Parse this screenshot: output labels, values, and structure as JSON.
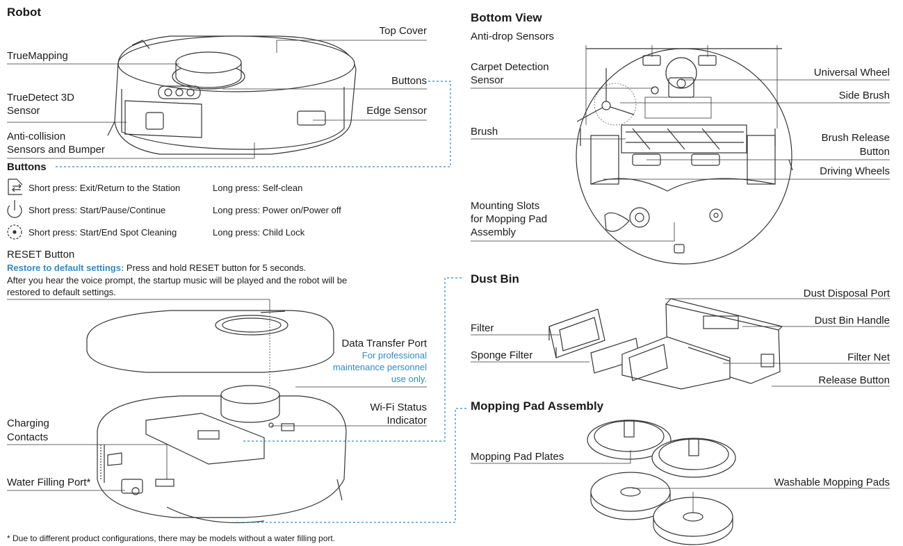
{
  "robot": {
    "heading": "Robot",
    "labels": {
      "top_cover": "Top Cover",
      "truemapping": "TrueMapping",
      "buttons": "Buttons",
      "truedetect_1": "TrueDetect 3D",
      "truedetect_2": "Sensor",
      "edge_sensor": "Edge Sensor",
      "anticollision_1": "Anti-collision",
      "anticollision_2": "Sensors and Bumper"
    }
  },
  "buttons_section": {
    "heading": "Buttons",
    "rows": [
      {
        "icon": "return-station-icon",
        "short": "Short press: Exit/Return to the Station",
        "long": "Long press: Self-clean"
      },
      {
        "icon": "power-icon",
        "short": "Short press: Start/Pause/Continue",
        "long": "Long press: Power on/Power off"
      },
      {
        "icon": "spot-cleaning-icon",
        "short": "Short press: Start/End Spot Cleaning",
        "long": "Long press: Child Lock"
      }
    ]
  },
  "reset": {
    "heading": "RESET Button",
    "lead": "Restore to default settings:",
    "text1": " Press and hold RESET button for 5 seconds.",
    "text2": "After you hear the voice prompt, the startup music will be played and the robot will be",
    "text3": "restored to default settings."
  },
  "robot_open": {
    "data_transfer_port": "Data Transfer Port",
    "pro_note_1": "For professional",
    "pro_note_2": "maintenance personnel",
    "pro_note_3": "use only.",
    "wifi_1": "Wi-Fi Status",
    "wifi_2": "Indicator",
    "charging_1": "Charging",
    "charging_2": "Contacts",
    "water_filling": "Water Filling Port*"
  },
  "bottom_view": {
    "heading": "Bottom View",
    "anti_drop": "Anti-drop Sensors",
    "carpet_1": "Carpet Detection",
    "carpet_2": "Sensor",
    "universal_wheel": "Universal Wheel",
    "side_brush": "Side Brush",
    "brush": "Brush",
    "brush_release_1": "Brush Release",
    "brush_release_2": "Button",
    "driving_wheels": "Driving Wheels",
    "mounting_1": "Mounting Slots",
    "mounting_2": "for Mopping Pad",
    "mounting_3": "Assembly"
  },
  "dust_bin": {
    "heading": "Dust Bin",
    "disposal_port": "Dust Disposal Port",
    "filter": "Filter",
    "handle": "Dust Bin Handle",
    "sponge_filter": "Sponge Filter",
    "filter_net": "Filter Net",
    "release_button": "Release Button"
  },
  "mopping": {
    "heading": "Mopping Pad Assembly",
    "plates": "Mopping Pad Plates",
    "washable": "Washable Mopping Pads"
  },
  "footnote": "* Due to different product configurations, there may be models without a water filling port.",
  "colors": {
    "accent": "#2f8ac9",
    "line": "#333333"
  }
}
